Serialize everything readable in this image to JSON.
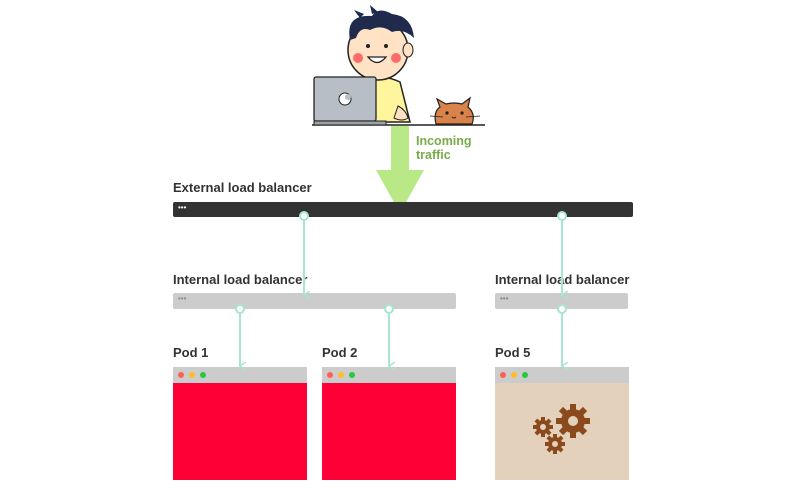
{
  "incoming": {
    "line1": "Incoming",
    "line2": "traffic"
  },
  "external_lb": {
    "label": "External load balancer"
  },
  "internal_lbs": [
    {
      "label": "Internal load balancer"
    },
    {
      "label": "Internal load balancer"
    }
  ],
  "pods": [
    {
      "label": "Pod 1",
      "state": "failed",
      "color": "#ff0036"
    },
    {
      "label": "Pod 2",
      "state": "failed",
      "color": "#ff0036"
    },
    {
      "label": "Pod 5",
      "state": "running",
      "color": "#e3d1bc",
      "icon": "gears-icon"
    }
  ],
  "colors": {
    "arrow": "#b8e986",
    "connector": "#a8e6cf",
    "external_bar": "#333333",
    "internal_bar": "#cccccc",
    "gear": "#8b4a1e"
  },
  "illustration": {
    "person": "developer-with-laptop",
    "animal": "cat"
  }
}
